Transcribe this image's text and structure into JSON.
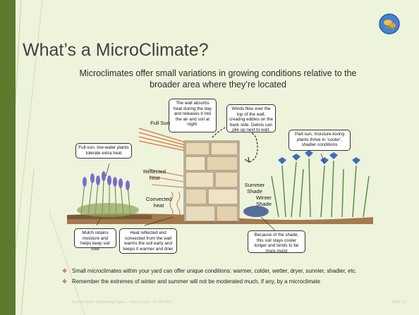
{
  "slide": {
    "title": "What’s a MicroClimate?",
    "subtitle": "Microclimates offer small variations in growing conditions relative to the broader area where they’re located",
    "logo_icon": "globe-flower-icon",
    "accent_color": "#5e7a2c",
    "bullet_color": "#b5532c"
  },
  "diagram": {
    "callouts": {
      "wall_absorbs": "The wall absorbs heat during the day and releases it into the air and soil at night.",
      "winds_flow": "Winds flow over the top of the wall, creating eddies on the back side. Debris can pile up next to wall.",
      "full_sun_plants": "Full-sun, low-water plants tolerate extra heat",
      "part_sun_plants": "Part-sun, moisture-loving plants thrive in ‘cooler’, shadier conditions",
      "mulch": "Mulch retains moisture and helps keep soil cool",
      "heat_reflected": "Heat reflected and convected from the wall warms the soil early and keeps it warmer and drier",
      "shade_soil": "Because of the shade, this soil stays cooler longer and tends to be more moist"
    },
    "labels": {
      "full_sun": "Full Sun",
      "reflected_heat": "Reflected heat",
      "convected_heat": "Convected heat",
      "summer_shade": "Summer Shade",
      "winter_shade": "Winter Shade"
    }
  },
  "bullets": [
    "Small microclimates within your yard can offer unique conditions: warmer, colder, wetter, dryer, sunnier, shadier, etc.",
    "Remember the extremes of winter and summer will not be moderated much, if any, by a microclimate"
  ],
  "footer": {
    "left": "Desert Home Gardening Class – Yard Layout - 01.05.2021",
    "right": "Slide 12"
  }
}
